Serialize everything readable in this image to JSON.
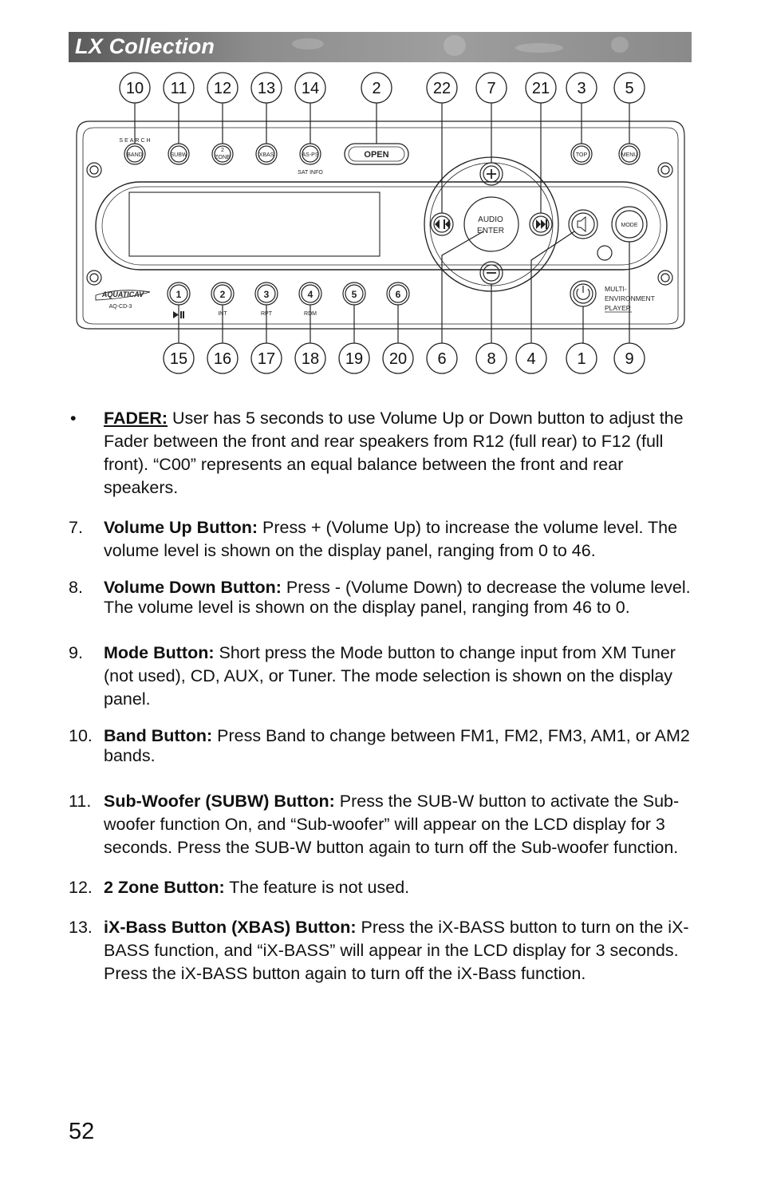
{
  "header": {
    "title": "LX Collection"
  },
  "panel": {
    "top_callouts": [
      "10",
      "11",
      "12",
      "13",
      "14",
      "2",
      "22",
      "7",
      "21",
      "3",
      "5"
    ],
    "bottom_callouts": [
      "15",
      "16",
      "17",
      "18",
      "19",
      "20",
      "6",
      "8",
      "4",
      "1",
      "9"
    ],
    "top_buttons": [
      "BAND",
      "SUBW",
      "ZONE",
      "XBAS",
      "AS-PS"
    ],
    "zone_number": "2",
    "search_label": "SEARCH",
    "sat_info_label": "SAT INFO",
    "open_label": "OPEN",
    "top_label": "TOP",
    "menu_label": "MENU",
    "audio_label": "AUDIO",
    "enter_label": "ENTER",
    "mode_label": "MODE",
    "preset_buttons": [
      "1",
      "2",
      "3",
      "4",
      "5",
      "6"
    ],
    "preset_sub_labels": [
      "INT",
      "RPT",
      "RDM"
    ],
    "brand": "AQUATICAV",
    "model": "AQ-CD-3",
    "multi_env": [
      "MULTI-",
      "ENVIRONMENT",
      "PLAYER"
    ]
  },
  "items": [
    {
      "marker": "•",
      "label": "FADER:",
      "text": " User has 5 seconds to use Volume Up or Down button to adjust the Fader between the front and rear speakers from R12 (full rear) to F12 (full front). “C00” represents an equal balance between the front and rear speakers."
    },
    {
      "marker": "7.",
      "label": "Volume Up Button:",
      "text": " Press + (Volume Up) to increase the volume level. The volume level is shown on the display panel, ranging from 0 to 46."
    },
    {
      "marker": "8.",
      "label": "Volume Down Button:",
      "text": " Press - (Volume Down) to decrease the volume level. The volume level is shown on the display panel, ranging from 46 to 0."
    },
    {
      "marker": "9.",
      "label": "Mode Button:",
      "text": " Short press the Mode button to change input from XM Tuner (not used), CD, AUX, or Tuner. The mode selection is shown on the display panel."
    },
    {
      "marker": "10.",
      "label": "Band Button:",
      "text": " Press Band to change between FM1, FM2, FM3, AM1, or AM2 bands."
    },
    {
      "marker": "11.",
      "label": "Sub-Woofer (SUBW) Button:",
      "text": " Press the SUB-W button to activate the Sub-woofer function On, and “Sub-woofer” will appear on the LCD display for 3 seconds. Press the SUB-W button again to turn off the Sub-woofer function."
    },
    {
      "marker": "12.",
      "label": "2 Zone Button:",
      "text": " The feature is not used."
    },
    {
      "marker": "13.",
      "label": "iX-Bass Button (XBAS) Button:",
      "text": " Press the iX-BASS button to turn on the iX-BASS function, and “iX-BASS” will appear in the LCD display for 3 seconds. Press the iX-BASS button again to turn off the iX-Bass function."
    }
  ],
  "page_number": "52"
}
